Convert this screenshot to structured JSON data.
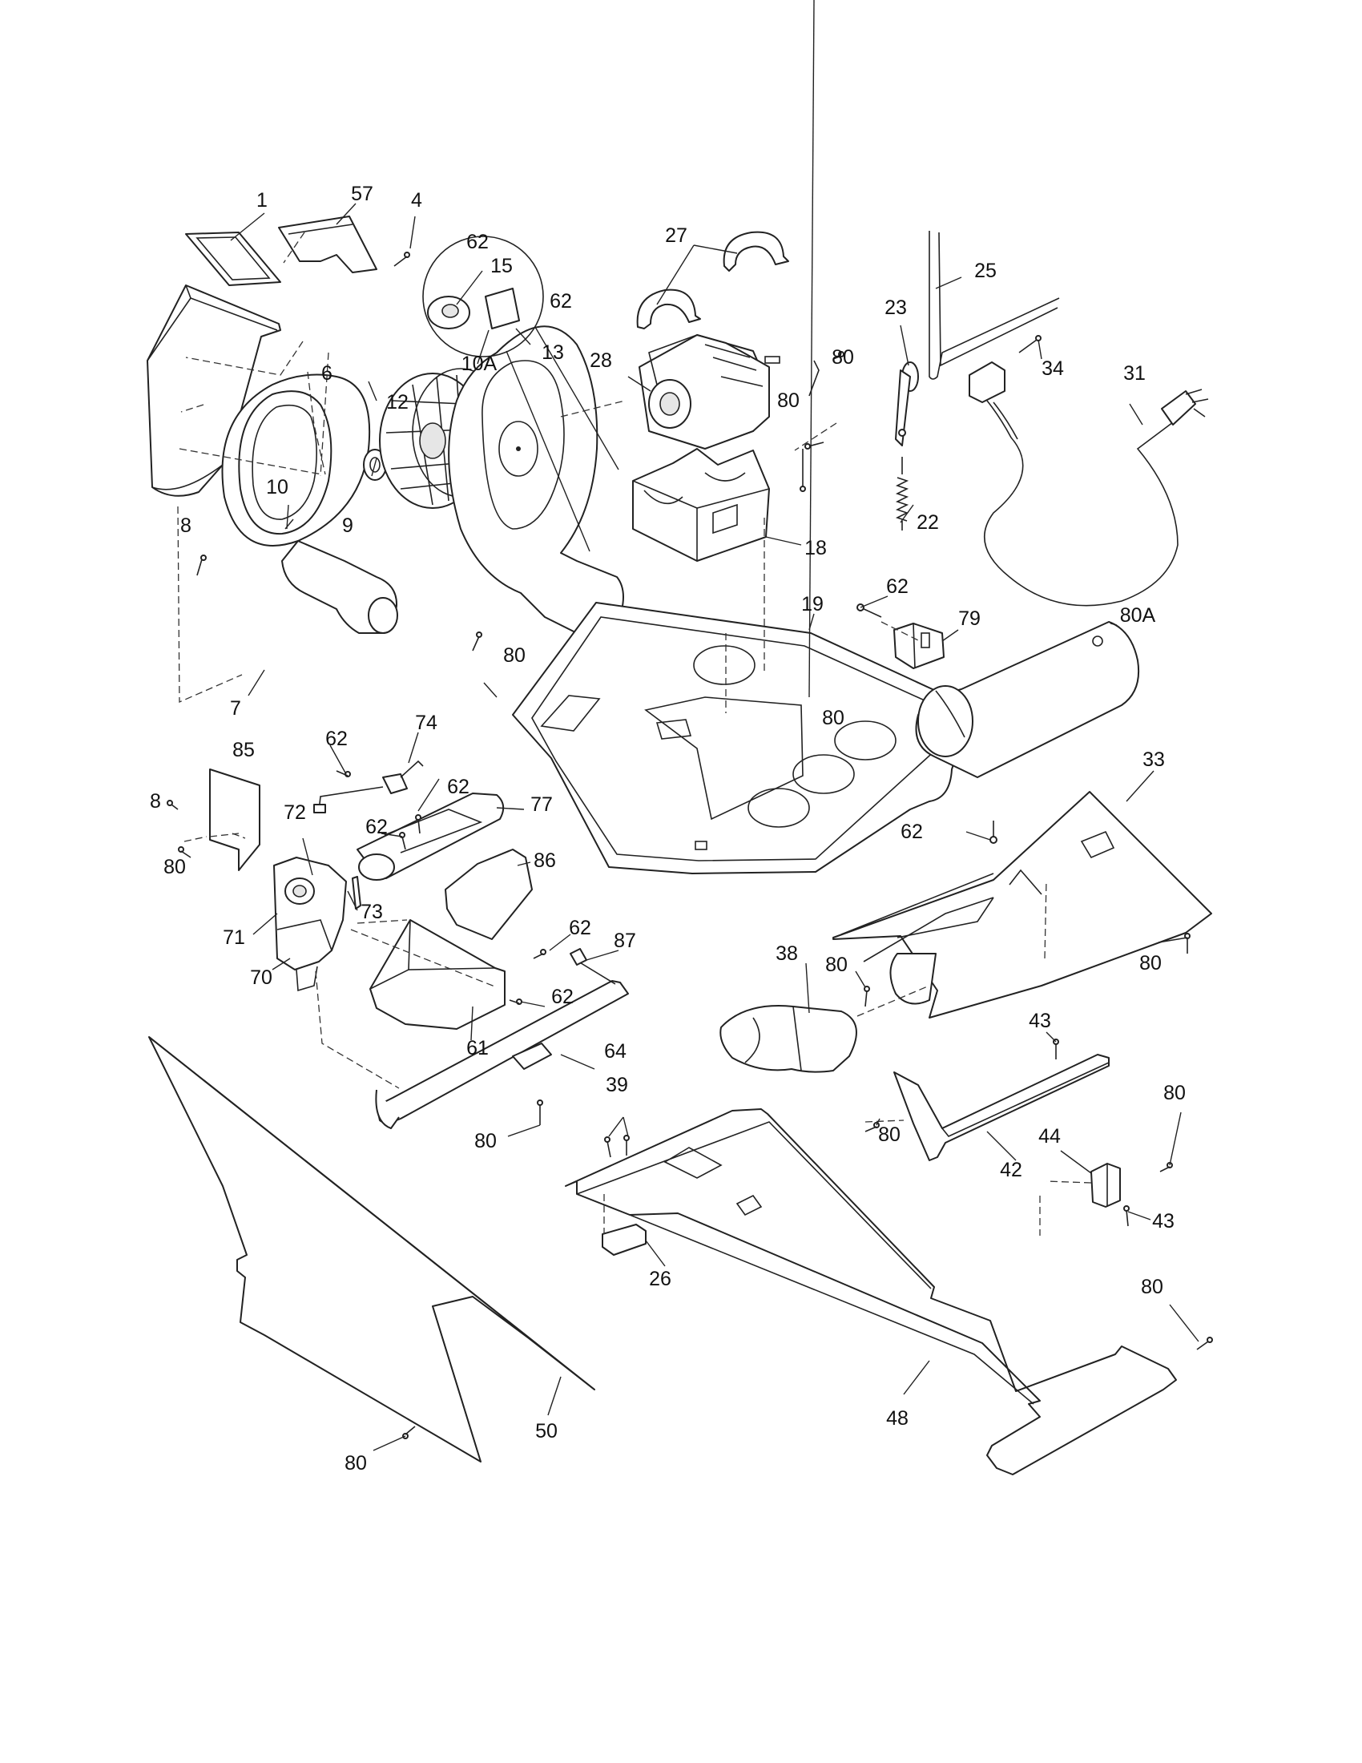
{
  "diagram": {
    "colors": {
      "line": "#222222",
      "background": "#ffffff",
      "shade": "#e6e6e6"
    },
    "labels": [
      {
        "id": "l-1",
        "text": "1"
      },
      {
        "id": "l-57",
        "text": "57"
      },
      {
        "id": "l-4",
        "text": "4"
      },
      {
        "id": "l-62a",
        "text": "62"
      },
      {
        "id": "l-15",
        "text": "15"
      },
      {
        "id": "l-62b",
        "text": "62"
      },
      {
        "id": "l-13",
        "text": "13"
      },
      {
        "id": "l-27",
        "text": "27"
      },
      {
        "id": "l-25",
        "text": "25"
      },
      {
        "id": "l-23",
        "text": "23"
      },
      {
        "id": "l-34",
        "text": "34"
      },
      {
        "id": "l-31",
        "text": "31"
      },
      {
        "id": "l-28",
        "text": "28"
      },
      {
        "id": "l-80a",
        "text": "80"
      },
      {
        "id": "l-80b",
        "text": "80"
      },
      {
        "id": "l-6",
        "text": "6"
      },
      {
        "id": "l-10A",
        "text": "10A"
      },
      {
        "id": "l-12",
        "text": "12"
      },
      {
        "id": "l-10",
        "text": "10"
      },
      {
        "id": "l-8a",
        "text": "8"
      },
      {
        "id": "l-9",
        "text": "9"
      },
      {
        "id": "l-22",
        "text": "22"
      },
      {
        "id": "l-18",
        "text": "18"
      },
      {
        "id": "l-62c",
        "text": "62"
      },
      {
        "id": "l-79",
        "text": "79"
      },
      {
        "id": "l-19",
        "text": "19"
      },
      {
        "id": "l-80A",
        "text": "80A"
      },
      {
        "id": "l-80c",
        "text": "80"
      },
      {
        "id": "l-80d",
        "text": "80"
      },
      {
        "id": "l-7",
        "text": "7"
      },
      {
        "id": "l-62d",
        "text": "62"
      },
      {
        "id": "l-74",
        "text": "74"
      },
      {
        "id": "l-85",
        "text": "85"
      },
      {
        "id": "l-33",
        "text": "33"
      },
      {
        "id": "l-8b",
        "text": "8"
      },
      {
        "id": "l-72",
        "text": "72"
      },
      {
        "id": "l-62e",
        "text": "62"
      },
      {
        "id": "l-77",
        "text": "77"
      },
      {
        "id": "l-62f",
        "text": "62"
      },
      {
        "id": "l-62g",
        "text": "62"
      },
      {
        "id": "l-80e",
        "text": "80"
      },
      {
        "id": "l-86",
        "text": "86"
      },
      {
        "id": "l-71",
        "text": "71"
      },
      {
        "id": "l-73",
        "text": "73"
      },
      {
        "id": "l-62h",
        "text": "62"
      },
      {
        "id": "l-87",
        "text": "87"
      },
      {
        "id": "l-70",
        "text": "70"
      },
      {
        "id": "l-38",
        "text": "38"
      },
      {
        "id": "l-80f",
        "text": "80"
      },
      {
        "id": "l-80g",
        "text": "80"
      },
      {
        "id": "l-62i",
        "text": "62"
      },
      {
        "id": "l-61",
        "text": "61"
      },
      {
        "id": "l-64",
        "text": "64"
      },
      {
        "id": "l-43a",
        "text": "43"
      },
      {
        "id": "l-39",
        "text": "39"
      },
      {
        "id": "l-80h",
        "text": "80"
      },
      {
        "id": "l-80i",
        "text": "80"
      },
      {
        "id": "l-80j",
        "text": "80"
      },
      {
        "id": "l-44",
        "text": "44"
      },
      {
        "id": "l-42",
        "text": "42"
      },
      {
        "id": "l-43b",
        "text": "43"
      },
      {
        "id": "l-26",
        "text": "26"
      },
      {
        "id": "l-80k",
        "text": "80"
      },
      {
        "id": "l-48",
        "text": "48"
      },
      {
        "id": "l-50",
        "text": "50"
      },
      {
        "id": "l-80l",
        "text": "80"
      }
    ]
  }
}
